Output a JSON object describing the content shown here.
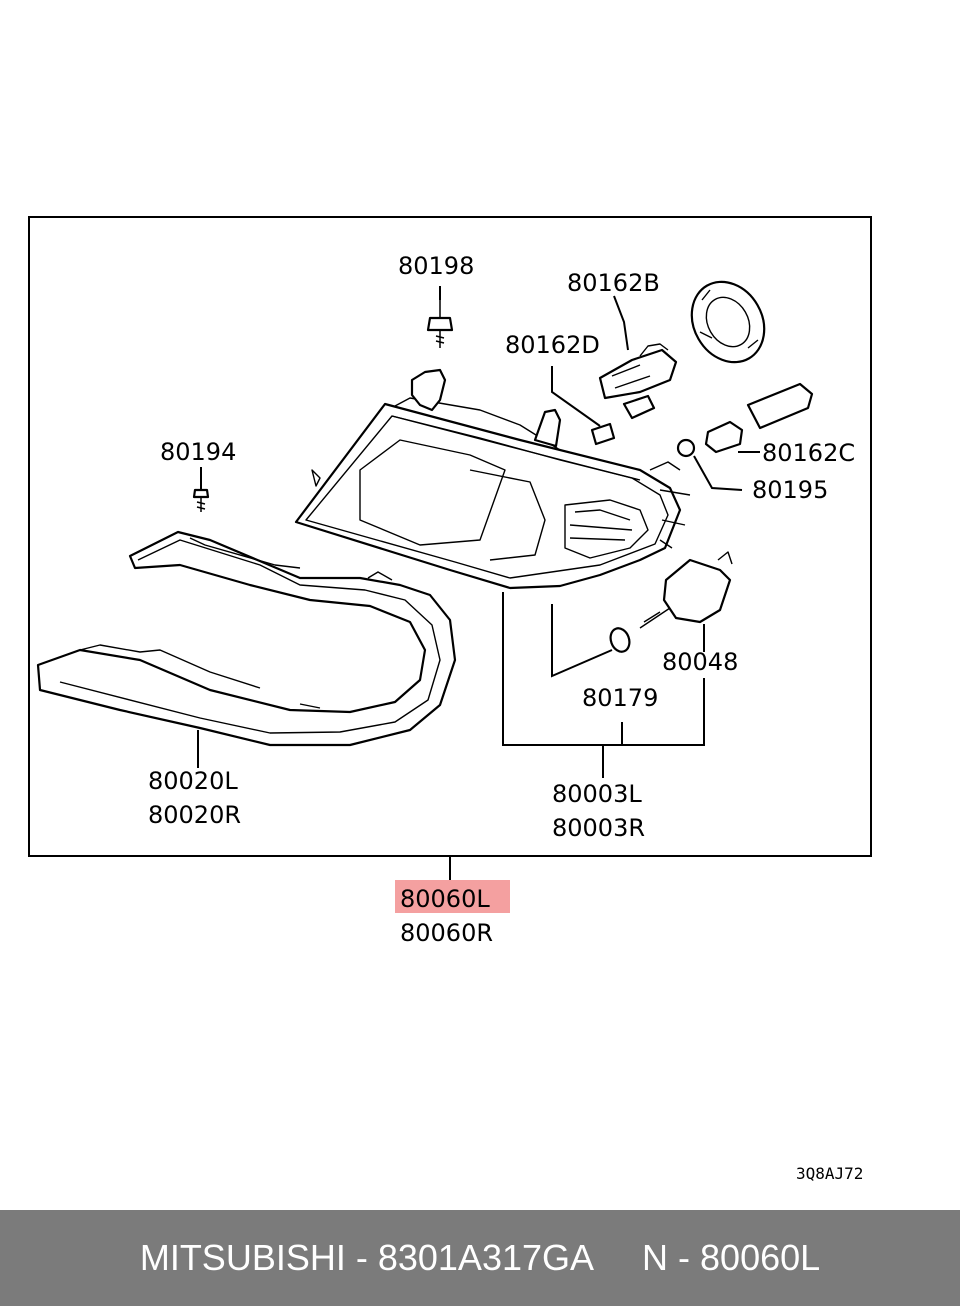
{
  "diagram": {
    "labels": {
      "p80198": "80198",
      "p80162B": "80162B",
      "p80162D": "80162D",
      "p80194": "80194",
      "p80162C": "80162C",
      "p80195": "80195",
      "p80048": "80048",
      "p80179": "80179",
      "p80020L": "80020L",
      "p80020R": "80020R",
      "p80003L": "80003L",
      "p80003R": "80003R",
      "p80060L": "80060L",
      "p80060R": "80060R"
    },
    "diagram_code": "3Q8AJ72",
    "highlight_color": "#f4a0a0"
  },
  "footer": {
    "brand": "MITSUBISHI",
    "part_number": "8301A317GA",
    "ref": "N - 80060L",
    "separator": " - ",
    "background": "#7b7b7b"
  }
}
